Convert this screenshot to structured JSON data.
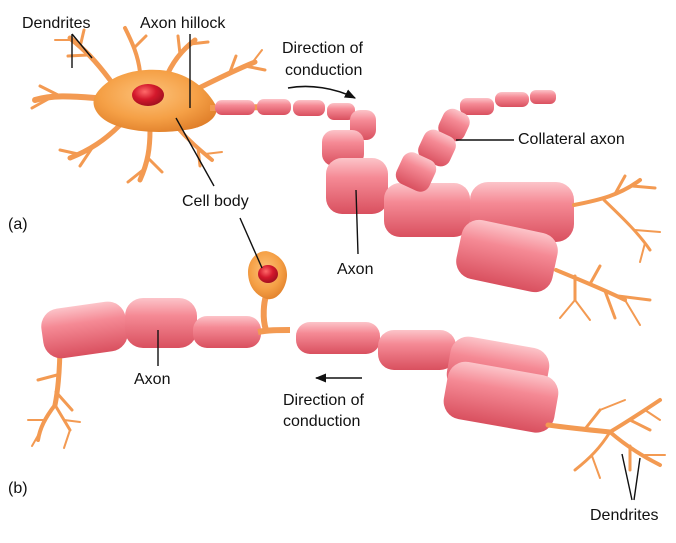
{
  "labels": {
    "dendrites_top": "Dendrites",
    "axon_hillock": "Axon hillock",
    "direction_a_line1": "Direction of",
    "direction_a_line2": "conduction",
    "collateral_axon": "Collateral axon",
    "cell_body": "Cell body",
    "panel_a": "(a)",
    "axon_a": "Axon",
    "axon_b": "Axon",
    "direction_b_line1": "Direction of",
    "direction_b_line2": "conduction",
    "panel_b": "(b)",
    "dendrites_bottom": "Dendrites"
  },
  "colors": {
    "axon_segment": "#f0727f",
    "axon_segment_light": "#fbb7bd",
    "axon_segment_dark": "#c94a5a",
    "cell_body": "#f5a046",
    "dendrite": "#f39a52",
    "nucleus": "#d4192c",
    "leader_line": "#111111"
  }
}
